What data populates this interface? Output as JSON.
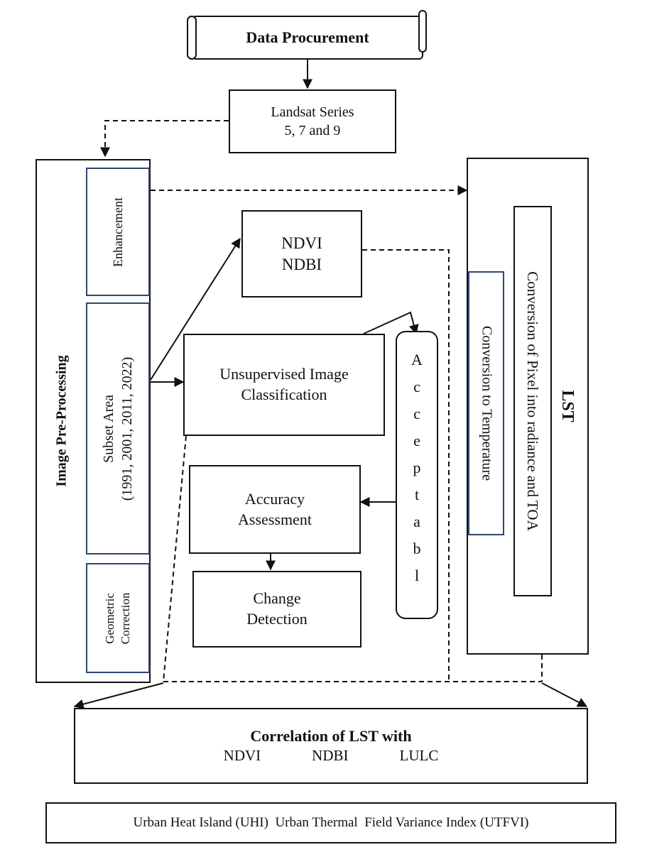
{
  "data_procurement": "Data Procurement",
  "landsat": {
    "line1": "Landsat Series",
    "line2": "5, 7 and 9"
  },
  "image_preprocessing": {
    "title": "Image Pre-Processing",
    "enhancement": "Enhancement",
    "subset_line1": "Subset Area",
    "subset_line2": "(1991, 2001, 2011, 2022)",
    "geometric_line1": "Geometric",
    "geometric_line2": "Correction"
  },
  "indices": {
    "line1": "NDVI",
    "line2": "NDBI"
  },
  "classification": {
    "line1": "Unsupervised Image",
    "line2": "Classification"
  },
  "acceptable_letters": [
    "A",
    "c",
    "c",
    "e",
    "p",
    "t",
    "a",
    "b",
    "l"
  ],
  "accuracy": {
    "line1": "Accuracy",
    "line2": "Assessment"
  },
  "change": {
    "line1": "Change",
    "line2": "Detection"
  },
  "lst": {
    "title": "LST",
    "temperature": "Conversion to Temperature",
    "radiance": "Conversion of Pixel into radiance and TOA"
  },
  "correlation": {
    "title": "Correlation of LST with",
    "items": [
      "NDVI",
      "NDBI",
      "LULC"
    ]
  },
  "footer": "Urban Heat Island (UHI)  Urban Thermal  Field Variance Index (UTFVI)"
}
